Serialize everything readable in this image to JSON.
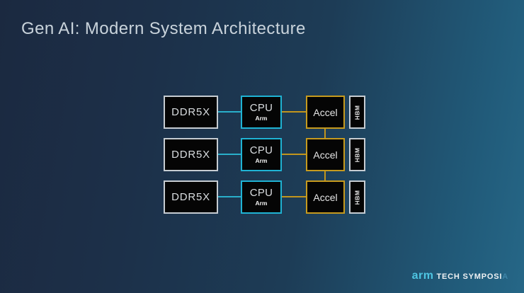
{
  "slide": {
    "title": "Gen AI: Modern System Architecture"
  },
  "diagram": {
    "rows": [
      {
        "memory": "DDR5X",
        "cpu": "CPU",
        "cpu_sub": "Arm",
        "accel": "Accel",
        "hbm": "HBM"
      },
      {
        "memory": "DDR5X",
        "cpu": "CPU",
        "cpu_sub": "Arm",
        "accel": "Accel",
        "hbm": "HBM"
      },
      {
        "memory": "DDR5X",
        "cpu": "CPU",
        "cpu_sub": "Arm",
        "accel": "Accel",
        "hbm": "HBM"
      }
    ],
    "connections": {
      "memory_to_cpu_color": "#29afca",
      "cpu_to_accel_color": "#c2951c",
      "accel_to_accel_color": "#c2951c"
    }
  },
  "colors": {
    "background_left": "#1b2940",
    "background_right": "#266787",
    "cyan_accent": "#1fb3d4",
    "gold_accent": "#c69a1e",
    "silver_border": "#c6ccd2",
    "box_fill": "#050505",
    "title_text": "#c9d3db",
    "arm_brand_cyan": "#4ec5e2"
  },
  "footer": {
    "brand": "arm",
    "event_prefix": "TECH SYMPOSI",
    "event_suffix": "A"
  }
}
